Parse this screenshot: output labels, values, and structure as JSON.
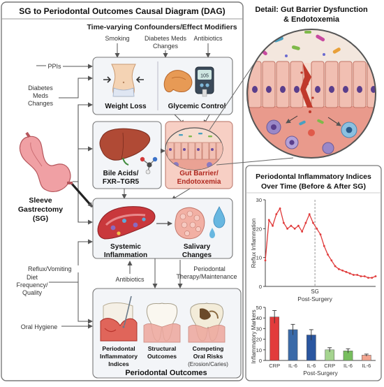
{
  "main": {
    "title": "SG to Periodontal Outcomes Causal Diagram (DAG)",
    "confounders_header": "Time-varying Confounders/Effect Modifiers",
    "top_labels": {
      "smoking": "Smoking",
      "diabetes_meds_1": "Diabetes Meds",
      "diabetes_meds_2": "Changes",
      "antibiotics": "Antibiotics"
    },
    "left_labels": {
      "ppis": "PPIs",
      "diabetes_1": "Diabetes",
      "diabetes_2": "Meds",
      "diabetes_3": "Changes"
    },
    "nodes": {
      "weight_loss": "Weight Loss",
      "glycemic_control": "Glycemic Control",
      "bile_acids_1": "Bile Acids/",
      "bile_acids_2": "FXR–TGR5",
      "gut_barrier_1": "Gut Barrier/",
      "gut_barrier_2": "Endotoxemia",
      "sleeve_1": "Sleeve",
      "sleeve_2": "Gastrectomy",
      "sleeve_3": "(SG)",
      "systemic_1": "Systemic",
      "systemic_2": "Inflammation",
      "salivary_1": "Salivary",
      "salivary_2": "Changes",
      "glucose_meter_readout": "105"
    },
    "mid_labels": {
      "reflux": "Reflux/Vomiting",
      "diet_1": "Diet",
      "diet_2": "Frequency/",
      "diet_3": "Quality",
      "antibiotics": "Antibiotics",
      "periodontal_1": "Periodontal",
      "periodontal_2": "Therapy/Maintenance",
      "oral_hygiene": "Oral Hygiene"
    },
    "outcomes": {
      "pi_1": "Periodontal",
      "pi_2": "Inflammatory",
      "pi_3": "Indices",
      "structural_1": "Structural",
      "structural_2": "Outcomes",
      "competing_1": "Competing",
      "competing_2": "Oral Risks",
      "competing_3": "(Erosion/Caries)",
      "footer": "Periodontal Outcomes"
    }
  },
  "detail": {
    "title_1": "Detail: Gut Barrier Dysfunction",
    "title_2": "& Endotoxemia"
  },
  "chart_panel": {
    "title_1": "Periodontal Inflammatory Indices",
    "title_2": "Over Time (Before & After SG)"
  },
  "colors": {
    "line_series": "#e03a3a",
    "bar_crp_before": "#e23b3b",
    "bar_il6_before_a": "#3a6aa8",
    "bar_il6_before_b": "#2a56a0",
    "bar_crp_after": "#a5d48f",
    "bar_il6_after": "#77be5e",
    "bar_il6_after_b": "#f2a48f",
    "gut_node_fill": "#f7cfc4",
    "arrow": "#555555"
  },
  "chart_data": [
    {
      "type": "line",
      "ylabel": "Reflux Inflammation",
      "xlabel": "Post-Surgery",
      "xlim": [
        0,
        30
      ],
      "ylim": [
        0,
        30
      ],
      "yticks": [
        "0",
        "10",
        "20",
        "30"
      ],
      "sg_marker": {
        "x": 13.5,
        "label": "SG"
      },
      "series": [
        {
          "x": [
            0,
            1,
            2,
            3,
            4,
            5,
            6,
            7,
            8,
            9,
            10,
            11,
            12,
            13,
            14,
            15,
            16,
            17,
            18,
            19,
            20,
            21,
            22,
            23,
            24,
            25,
            26,
            27,
            28,
            29,
            30
          ],
          "y": [
            9,
            23,
            21,
            25,
            27,
            22,
            20,
            21,
            20,
            21,
            19,
            22,
            25,
            22,
            20,
            18,
            14,
            11,
            9,
            7,
            6,
            5.5,
            5,
            4.5,
            4,
            4,
            3.5,
            3.5,
            3,
            3,
            3.5
          ]
        }
      ]
    },
    {
      "type": "bar",
      "ylabel": "Inflammatory Markers",
      "xlabel": "Post-Surgery",
      "categories": [
        "CRP",
        "IL-6",
        "IL-6",
        "CRP",
        "IL-6",
        "IL-6"
      ],
      "values": [
        41,
        29,
        24,
        10,
        9,
        5
      ],
      "errors": [
        6,
        5,
        5,
        2,
        2,
        1
      ],
      "ylim": [
        0,
        50
      ],
      "yticks": [
        "0",
        "10",
        "20",
        "30",
        "40",
        "50"
      ]
    }
  ]
}
